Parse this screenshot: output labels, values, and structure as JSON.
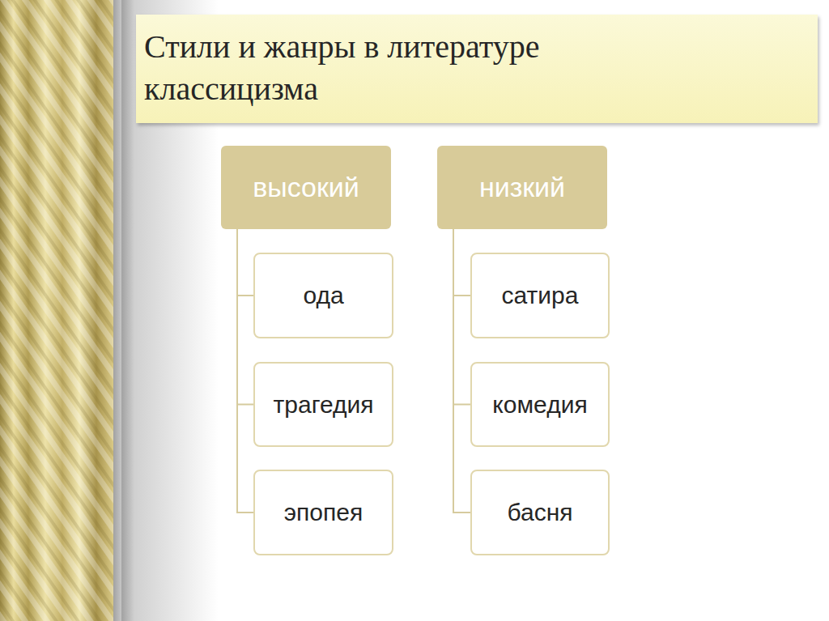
{
  "diagram": {
    "title": "Стили и жанры в литературе классицизма",
    "nodes": [
      {
        "text": [
          "высокий"
        ]
      },
      {
        "text": [
          "ода"
        ]
      },
      {
        "text": [
          "трагедия"
        ]
      },
      {
        "text": [
          "эпопея"
        ]
      },
      {
        "text": [
          "низкий"
        ]
      },
      {
        "text": [
          "сатира"
        ]
      },
      {
        "text": [
          "комедия"
        ]
      },
      {
        "text": [
          "басня"
        ]
      }
    ],
    "edges": [
      {
        "from": 0,
        "to": 1,
        "arrow": "none"
      },
      {
        "from": 0,
        "to": 2,
        "arrow": "none"
      },
      {
        "from": 0,
        "to": 3,
        "arrow": "none"
      },
      {
        "from": 4,
        "to": 5,
        "arrow": "none"
      },
      {
        "from": 4,
        "to": 6,
        "arrow": "none"
      },
      {
        "from": 4,
        "to": 7,
        "arrow": "none"
      }
    ]
  }
}
